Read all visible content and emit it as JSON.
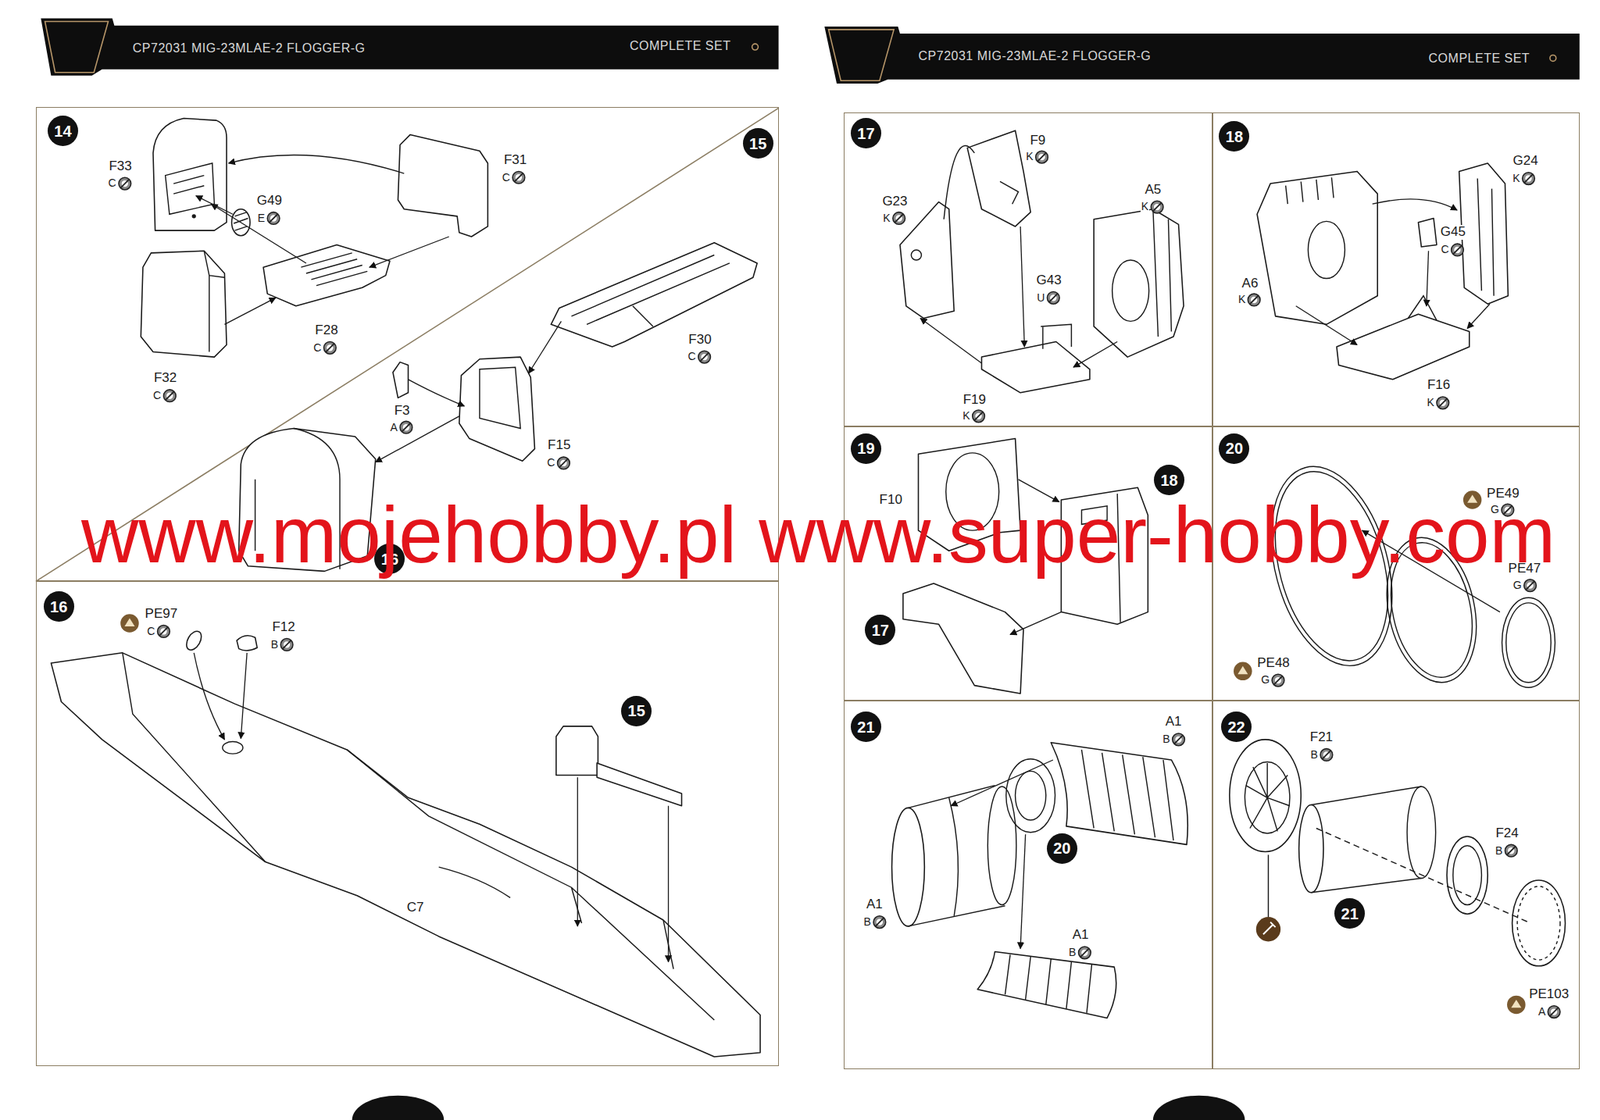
{
  "diagram": {
    "nodes": [
      {
        "text": [
          "14"
        ]
      },
      {
        "text": [
          "15"
        ]
      },
      {
        "text": [
          "16"
        ],
        "in": 1
      },
      {
        "text": [
          "16"
        ]
      },
      {
        "text": [
          "15"
        ],
        "in": 3
      },
      {
        "text": [
          "17"
        ]
      },
      {
        "text": [
          "18"
        ]
      },
      {
        "text": [
          "19"
        ]
      },
      {
        "text": [
          "18"
        ],
        "in": 7
      },
      {
        "text": [
          "17"
        ],
        "in": 7
      },
      {
        "text": [
          "20"
        ]
      },
      {
        "text": [
          "21"
        ]
      },
      {
        "text": [
          "20"
        ],
        "in": 11
      },
      {
        "text": [
          "22"
        ]
      },
      {
        "text": [
          "21"
        ],
        "in": 13
      }
    ],
    "labels": [
      "CP72031 MIG-23MLAE-2 FLOGGER-G",
      "COMPLETE SET",
      "CP72031 MIG-23MLAE-2 FLOGGER-G",
      "COMPLETE SET",
      "F33",
      "C",
      "G49",
      "E",
      "F31",
      "C",
      "F28",
      "C",
      "F32",
      "C",
      "F3",
      "A",
      "F30",
      "C",
      "F15",
      "C",
      "PE97",
      "C",
      "F12",
      "B",
      "C7",
      "F9",
      "K",
      "G23",
      "K",
      "A5",
      "K",
      "G43",
      "U",
      "F19",
      "K",
      "G24",
      "K",
      "G45",
      "C",
      "A6",
      "K",
      "F16",
      "K",
      "F10",
      "PE49",
      "G",
      "PE47",
      "G",
      "PE48",
      "G",
      "A1",
      "B",
      "A1",
      "B",
      "A1",
      "B",
      "F21",
      "B",
      "F24",
      "B",
      "PE103",
      "A",
      "www.mojehobby.pl www.super-hobby.com"
    ]
  }
}
